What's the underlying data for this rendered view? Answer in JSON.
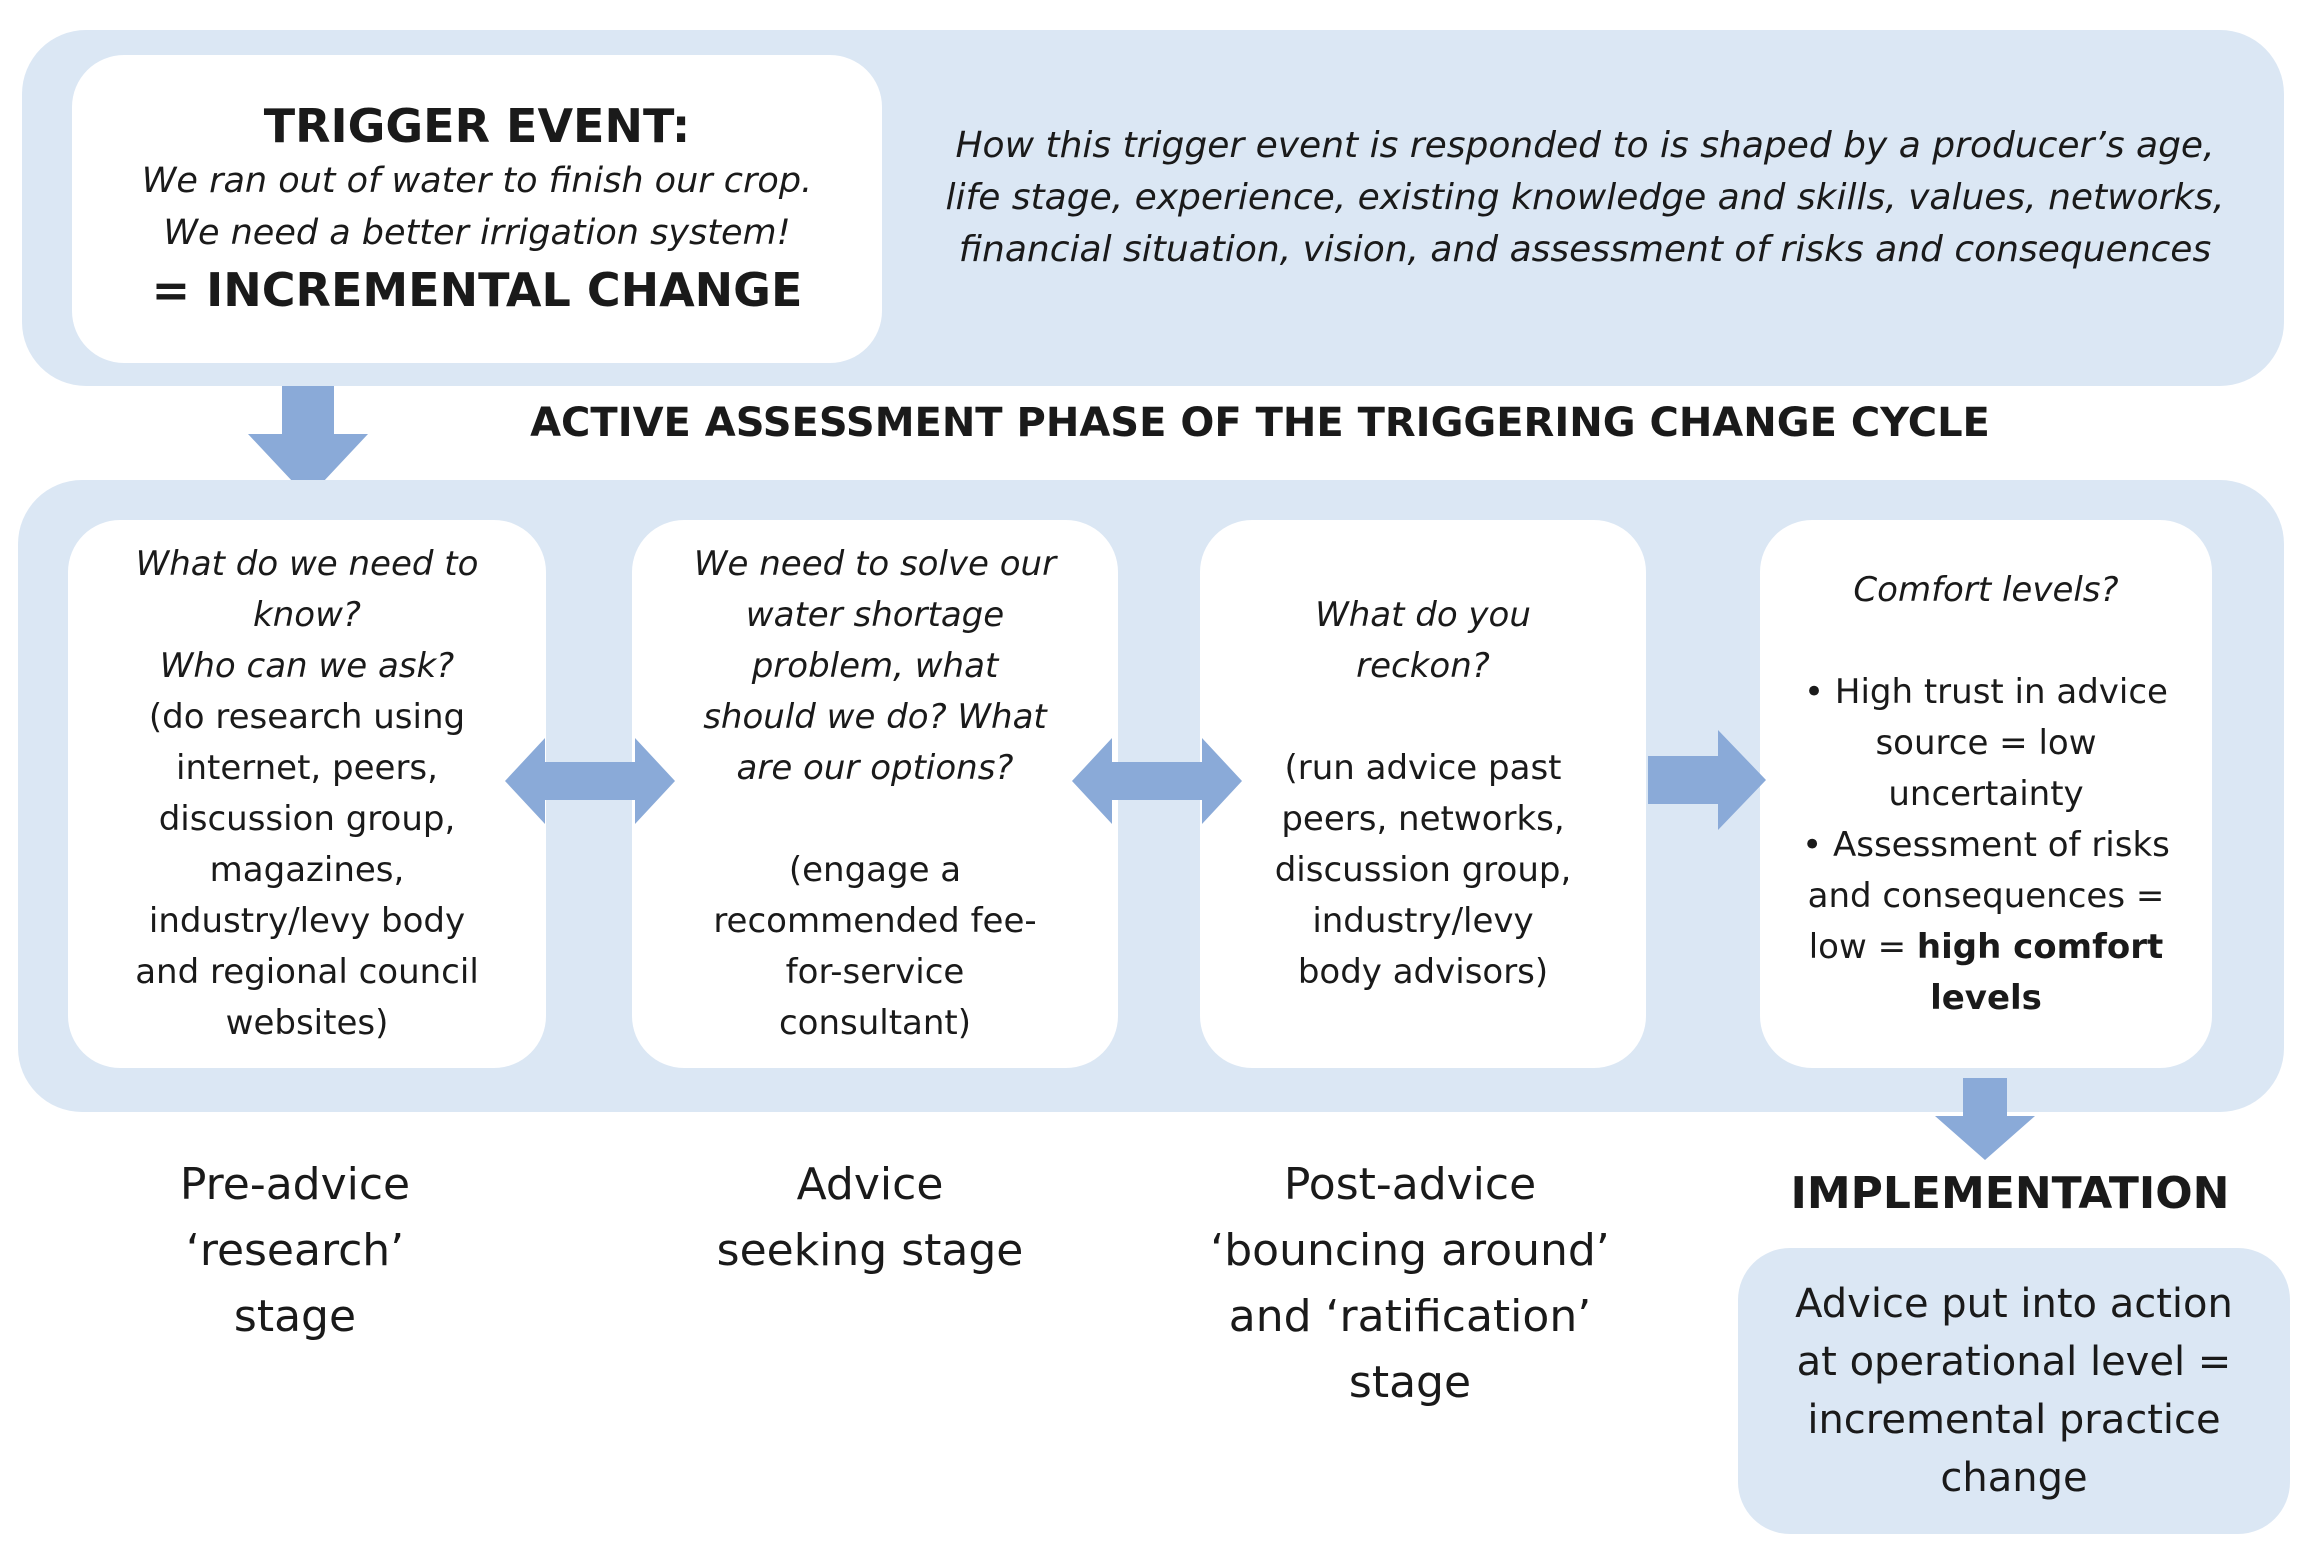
{
  "trigger": {
    "title": "TRIGGER EVENT:",
    "line1": "We ran out of water to finish our crop.",
    "line2": "We need a better irrigation system!",
    "result": "= INCREMENTAL CHANGE"
  },
  "context": {
    "line1": "How this trigger event is responded to is shaped by a producer’s age,",
    "line2": "life stage, experience, existing knowledge and skills, values, networks,",
    "line3": "financial situation, vision, and  assessment of risks and consequences"
  },
  "phase_title": "ACTIVE ASSESSMENT PHASE OF THE TRIGGERING CHANGE CYCLE",
  "stages": [
    {
      "question_lines": [
        "What do we need to",
        "know?",
        "Who can we ask?"
      ],
      "detail_lines": [
        "(do research using",
        "internet, peers,",
        "discussion group,",
        "magazines,",
        "industry/levy body",
        "and regional council",
        "websites)"
      ],
      "label_lines": [
        "Pre-advice",
        "‘research’",
        "stage"
      ]
    },
    {
      "question_lines": [
        "We need to solve our",
        "water shortage",
        "problem, what",
        "should we do? What",
        "are our options?"
      ],
      "detail_lines": [
        "(engage a",
        "recommended fee-",
        "for-service",
        "consultant)"
      ],
      "label_lines": [
        "Advice",
        "seeking stage"
      ]
    },
    {
      "question_lines": [
        "What do you",
        "reckon?"
      ],
      "detail_lines": [
        "(run advice past",
        "peers, networks,",
        "discussion group,",
        "industry/levy",
        "body advisors)"
      ],
      "label_lines": [
        "Post-advice",
        "‘bouncing around’",
        "and ‘ratification’",
        "stage"
      ]
    },
    {
      "question_lines": [
        "Comfort levels?"
      ],
      "bullet1_lines": [
        "• High trust in advice",
        "source = low",
        "uncertainty"
      ],
      "bullet2_lines": [
        "• Assessment of risks",
        "and consequences =",
        "low = "
      ],
      "bullet2_bold": "high comfort",
      "bullet2_bold_end": "levels"
    }
  ],
  "implementation": {
    "title": "IMPLEMENTATION",
    "lines": [
      "Advice put into action",
      "at operational level =",
      "incremental practice",
      "change"
    ]
  },
  "colors": {
    "band": "#dbe7f4",
    "arrow": "#8aaad8",
    "card": "#ffffff"
  }
}
